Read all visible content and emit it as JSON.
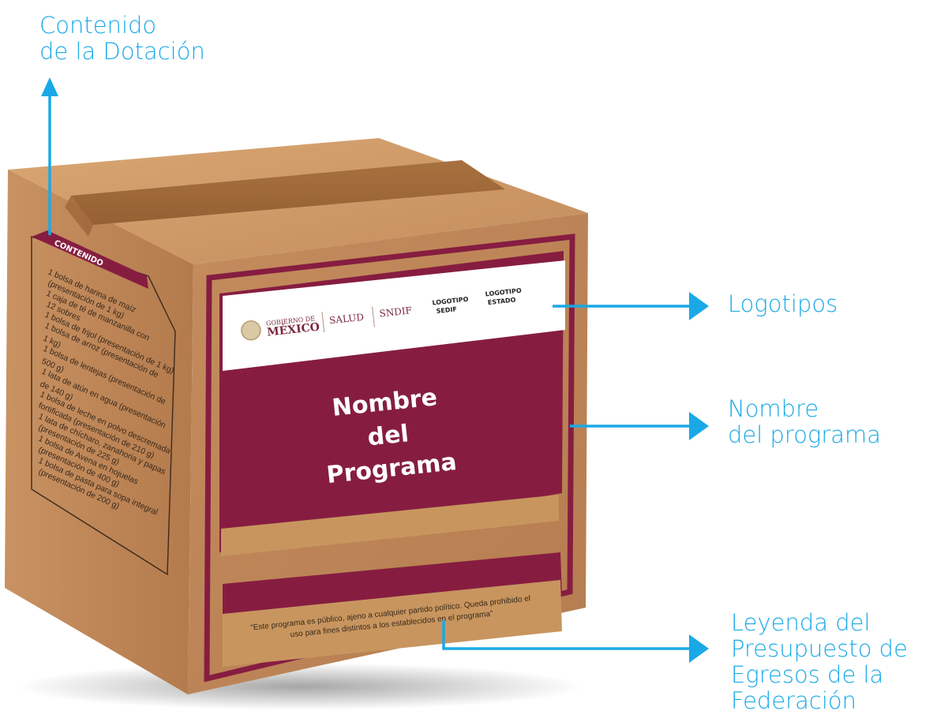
{
  "callouts": {
    "contenido": [
      "Contenido",
      "de la Dotación"
    ],
    "logotipos": [
      "Logotipos"
    ],
    "nombre": [
      "Nombre",
      "del programa"
    ],
    "leyenda": [
      "Leyenda del",
      "Presupuesto de",
      "Egresos de la",
      "Federación"
    ]
  },
  "side_label": {
    "header": "CONTENIDO",
    "items": [
      "1 bolsa de harina de maíz",
      "(presentación de 1 kg)",
      "1 caja de té de manzanilla con",
      "12 sobres",
      "1 bolsa de frijol (presentación de 1 kg)",
      "1 bolsa de arroz (presentación de",
      "1 kg)",
      "1 bolsa de lentejas (presentación de",
      "500 g)",
      "1 lata de atún en agua (presentación",
      "de 140 g)",
      "1 bolsa de leche en polvo descremada",
      "fortificada (presentación de 210 g)",
      "1 lata de chícharo, zanahoria y papas",
      "(presentación de 225 g)",
      "1 bolsa de Avena en hojuelas",
      "(presentación de 400 g)",
      "1 bolsa de pasta para sopa integral",
      "(presentación de 200 g)"
    ]
  },
  "logos": {
    "gobierno_small": "GOBIERNO DE",
    "gobierno_big": "MÉXICO",
    "salud": "SALUD",
    "sndif": "SNDIF",
    "sedif": [
      "LOGOTIPO",
      "SEDIF"
    ],
    "estado": [
      "LOGOTIPO",
      "ESTADO"
    ]
  },
  "program_name": [
    "Nombre",
    "del",
    "Programa"
  ],
  "legend": [
    "\"Este programa es público, ajeno a cualquier partido político. Queda prohibido el",
    "uso para fines distintos a los establecidos en el programa\""
  ],
  "colors": {
    "accent": "#1aa9e6",
    "maroon": "#861d41",
    "cardboard": "#c89466"
  }
}
